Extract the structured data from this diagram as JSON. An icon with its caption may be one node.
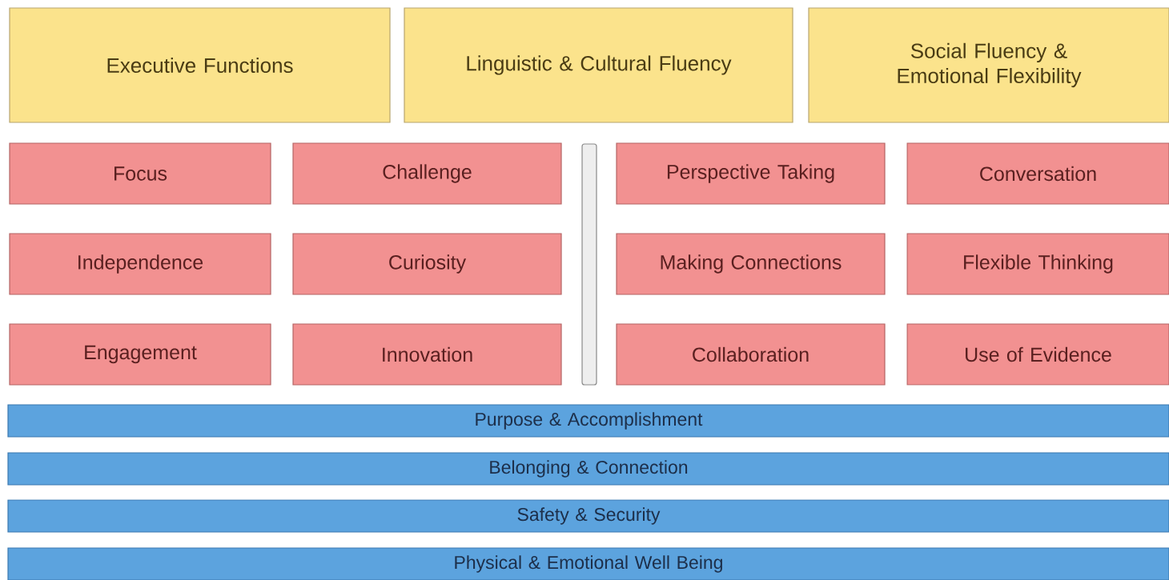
{
  "diagram": {
    "nodes": [
      {
        "text": [
          "Executive Functions"
        ]
      },
      {
        "text": [
          "Linguistic & Cultural Fluency"
        ]
      },
      {
        "text": [
          "Social Fluency & Emotional Flexibility"
        ]
      },
      {
        "text": [
          "Focus"
        ]
      },
      {
        "text": [
          "Challenge"
        ]
      },
      {
        "text": [
          "Perspective Taking"
        ]
      },
      {
        "text": [
          "Conversation"
        ]
      },
      {
        "text": [
          "Independence"
        ]
      },
      {
        "text": [
          "Curiosity"
        ]
      },
      {
        "text": [
          "Making Connections"
        ]
      },
      {
        "text": [
          "Flexible Thinking"
        ]
      },
      {
        "text": [
          "Engagement"
        ]
      },
      {
        "text": [
          "Innovation"
        ]
      },
      {
        "text": [
          "Collaboration"
        ]
      },
      {
        "text": [
          "Use of Evidence"
        ]
      },
      {
        "text": [],
        "shape": "bar"
      },
      {
        "text": [
          "Purpose & Accomplishment"
        ]
      },
      {
        "text": [
          "Belonging & Connection"
        ]
      },
      {
        "text": [
          "Safety & Security"
        ]
      },
      {
        "text": [
          "Physical & Emotional Well Being"
        ]
      }
    ]
  }
}
